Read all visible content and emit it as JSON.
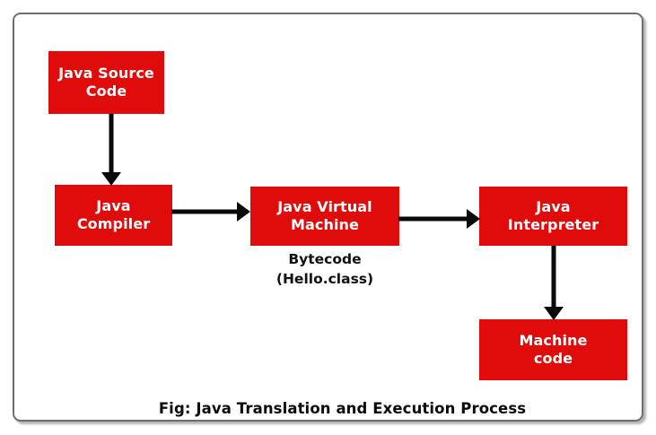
{
  "figure": {
    "caption": "Fig: Java Translation and Execution Process",
    "frame_border_color": "#6e6e6e",
    "node_fill_color": "#e00b0b",
    "node_text_color": "#ffffff",
    "arrow_color": "#0a0a0a",
    "background_color": "#ffffff"
  },
  "nodes": [
    {
      "id": "java-source-code",
      "label": "Java Source\nCode"
    },
    {
      "id": "java-compiler",
      "label": "Java\nCompiler"
    },
    {
      "id": "java-virtual-machine",
      "label": "Java Virtual\nMachine"
    },
    {
      "id": "java-interpreter",
      "label": "Java\nInterpreter"
    },
    {
      "id": "machine-code",
      "label": "Machine\ncode"
    }
  ],
  "annotations": {
    "bytecode": {
      "line1": "Bytecode",
      "line2": "(Hello.class)"
    }
  },
  "edges": [
    {
      "id": "source-to-compiler",
      "from": "java-source-code",
      "to": "java-compiler",
      "direction": "down"
    },
    {
      "id": "compiler-to-jvm",
      "from": "java-compiler",
      "to": "java-virtual-machine",
      "direction": "right"
    },
    {
      "id": "jvm-to-interpreter",
      "from": "java-virtual-machine",
      "to": "java-interpreter",
      "direction": "right"
    },
    {
      "id": "interpreter-to-machine-code",
      "from": "java-interpreter",
      "to": "machine-code",
      "direction": "down"
    }
  ]
}
